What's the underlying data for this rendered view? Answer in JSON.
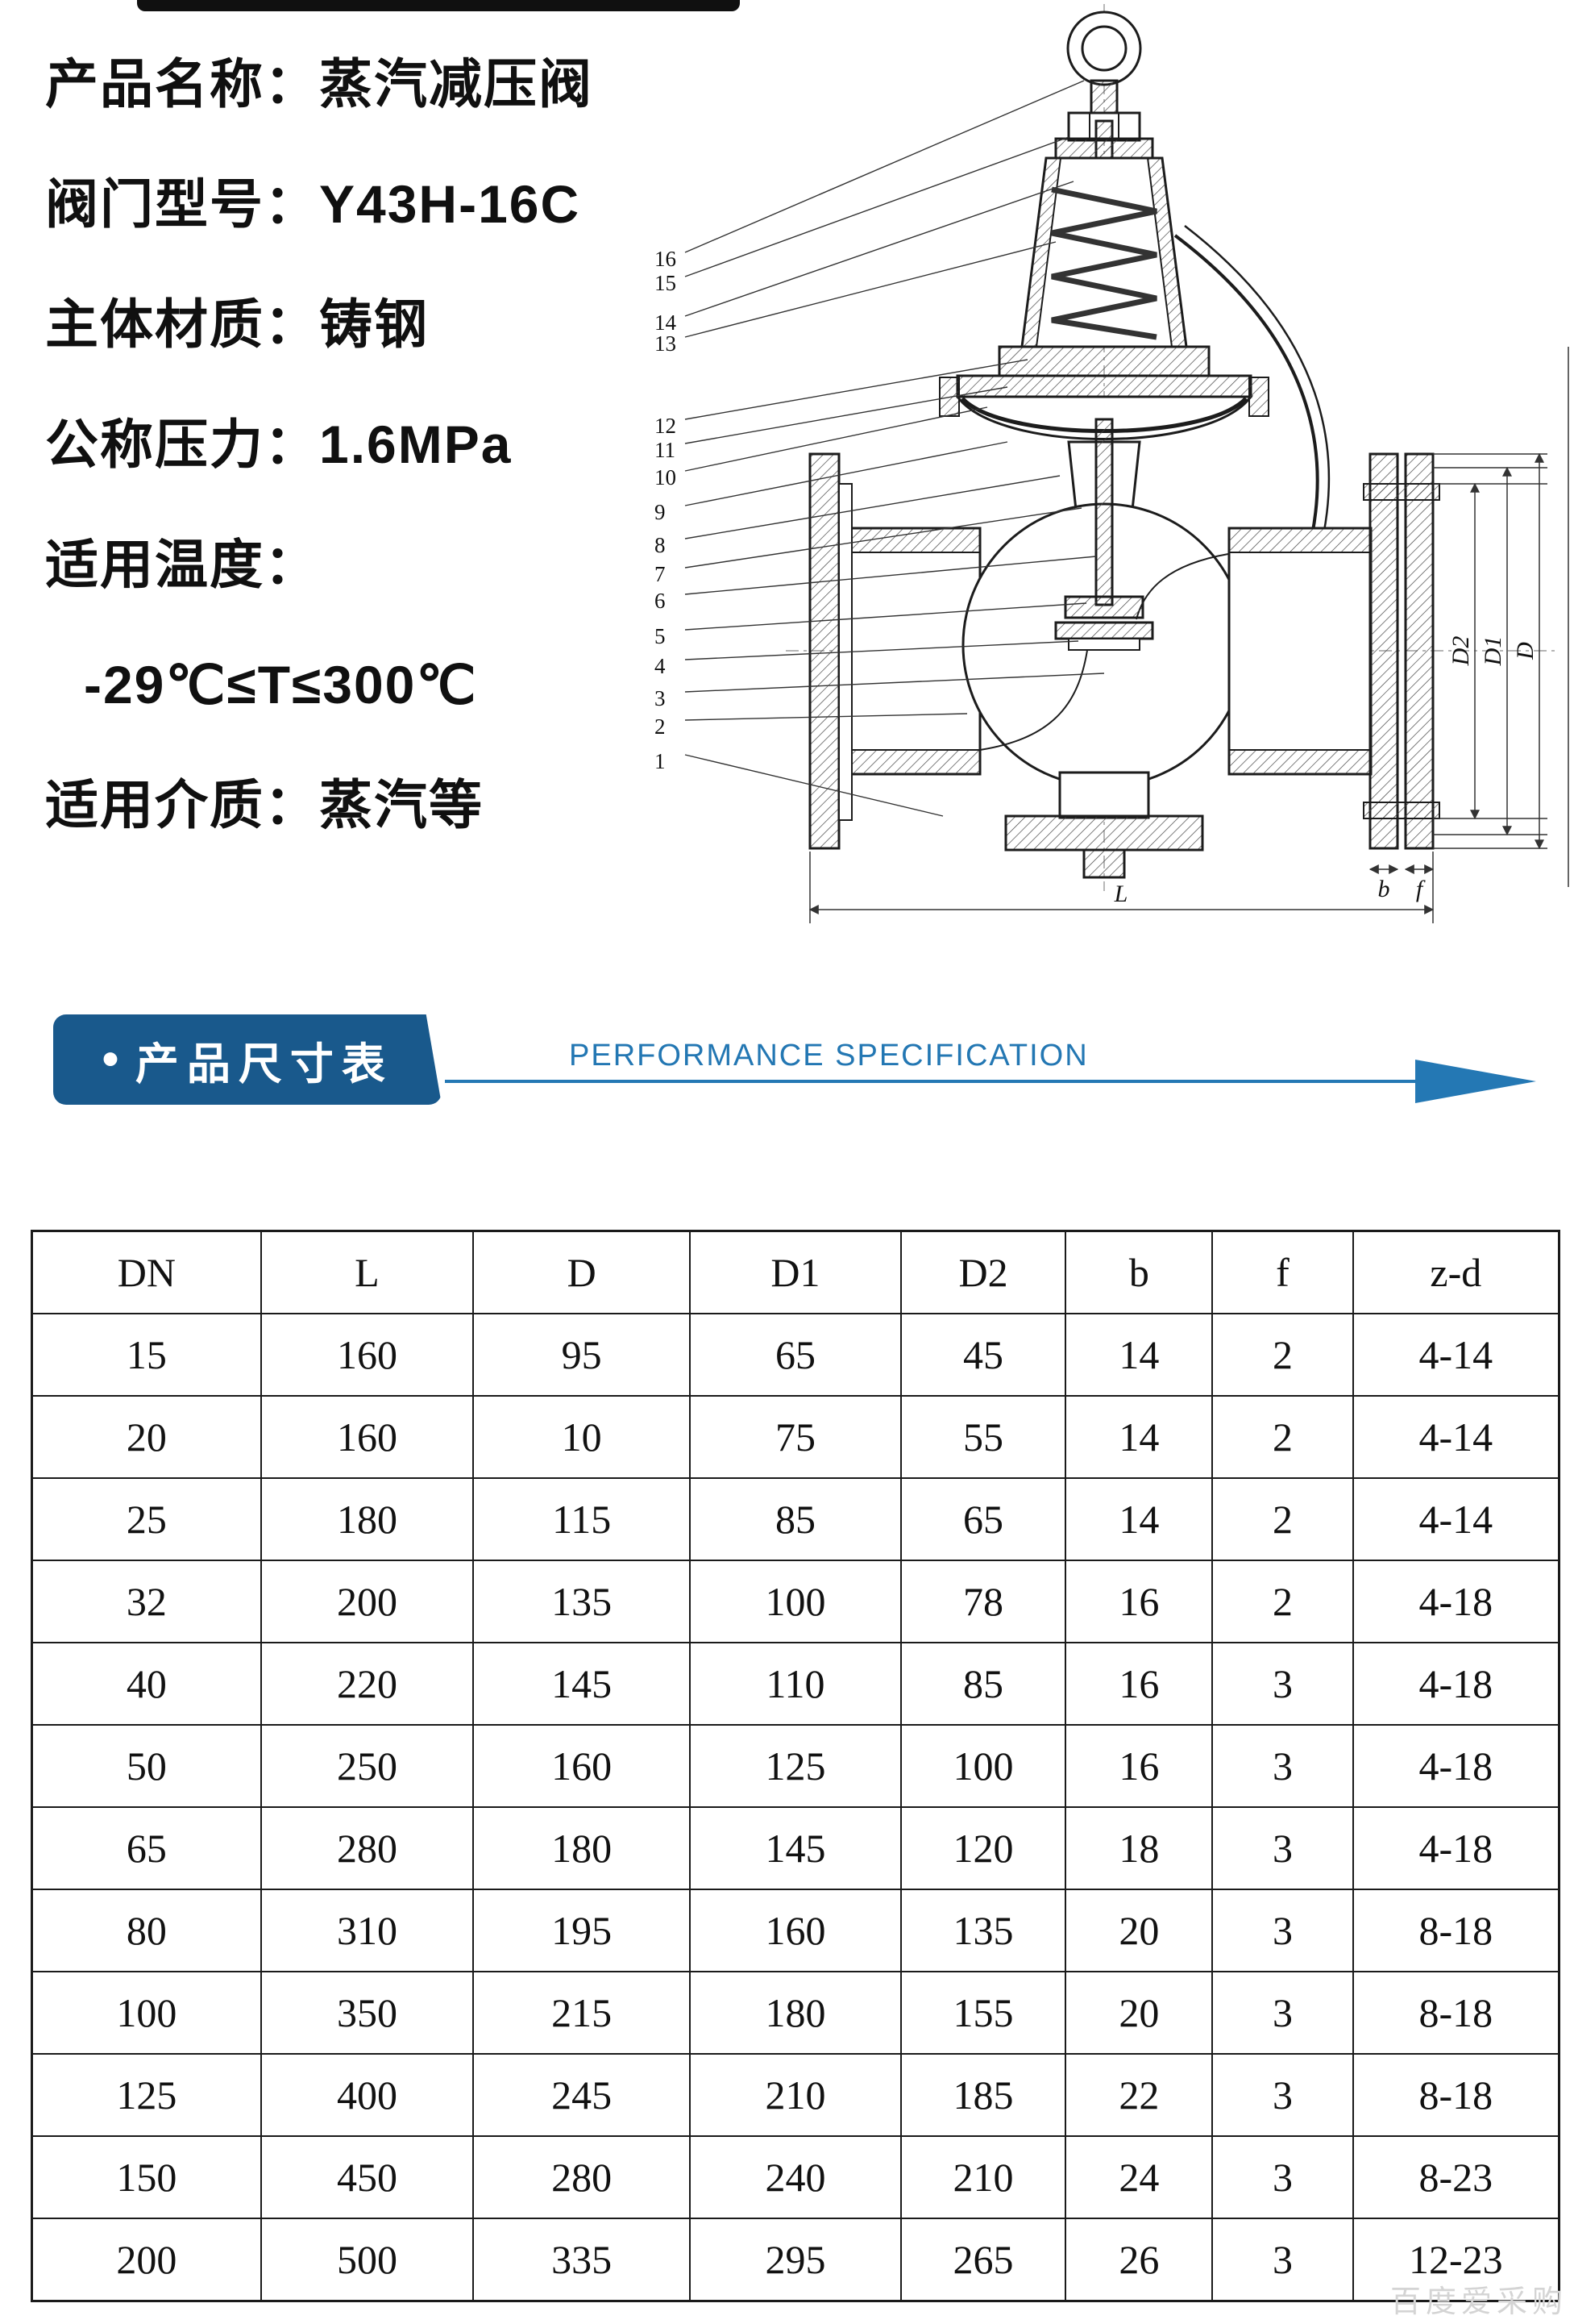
{
  "product_info": [
    "产品名称：蒸汽减压阀",
    "阀门型号：Y43H-16C",
    "主体材质：铸钢",
    "公称压力：1.6MPa",
    "适用温度：",
    "-29℃≤T≤300℃",
    "适用介质：蒸汽等"
  ],
  "banner": {
    "bullet": "•",
    "title_cn": "产品尺寸表",
    "title_en": "PERFORMANCE SPECIFICATION"
  },
  "diagram": {
    "part_numbers": [
      "16",
      "15",
      "14",
      "13",
      "12",
      "11",
      "10",
      "9",
      "8",
      "7",
      "6",
      "5",
      "4",
      "3",
      "2",
      "1"
    ],
    "dim_labels": {
      "L": "L",
      "D": "D",
      "D1": "D1",
      "D2": "D2",
      "b": "b",
      "f": "f"
    }
  },
  "table": {
    "headers": [
      "DN",
      "L",
      "D",
      "D1",
      "D2",
      "b",
      "f",
      "z-d"
    ],
    "rows": [
      [
        "15",
        "160",
        "95",
        "65",
        "45",
        "14",
        "2",
        "4-14"
      ],
      [
        "20",
        "160",
        "10",
        "75",
        "55",
        "14",
        "2",
        "4-14"
      ],
      [
        "25",
        "180",
        "115",
        "85",
        "65",
        "14",
        "2",
        "4-14"
      ],
      [
        "32",
        "200",
        "135",
        "100",
        "78",
        "16",
        "2",
        "4-18"
      ],
      [
        "40",
        "220",
        "145",
        "110",
        "85",
        "16",
        "3",
        "4-18"
      ],
      [
        "50",
        "250",
        "160",
        "125",
        "100",
        "16",
        "3",
        "4-18"
      ],
      [
        "65",
        "280",
        "180",
        "145",
        "120",
        "18",
        "3",
        "4-18"
      ],
      [
        "80",
        "310",
        "195",
        "160",
        "135",
        "20",
        "3",
        "8-18"
      ],
      [
        "100",
        "350",
        "215",
        "180",
        "155",
        "20",
        "3",
        "8-18"
      ],
      [
        "125",
        "400",
        "245",
        "210",
        "185",
        "22",
        "3",
        "8-18"
      ],
      [
        "150",
        "450",
        "280",
        "240",
        "210",
        "24",
        "3",
        "8-23"
      ],
      [
        "200",
        "500",
        "335",
        "295",
        "265",
        "26",
        "3",
        "12-23"
      ]
    ]
  },
  "colors": {
    "banner_bg": "#19598c",
    "accent_blue": "#2478b4",
    "line_black": "#1a1a1a"
  },
  "watermark": "百度爱采购"
}
